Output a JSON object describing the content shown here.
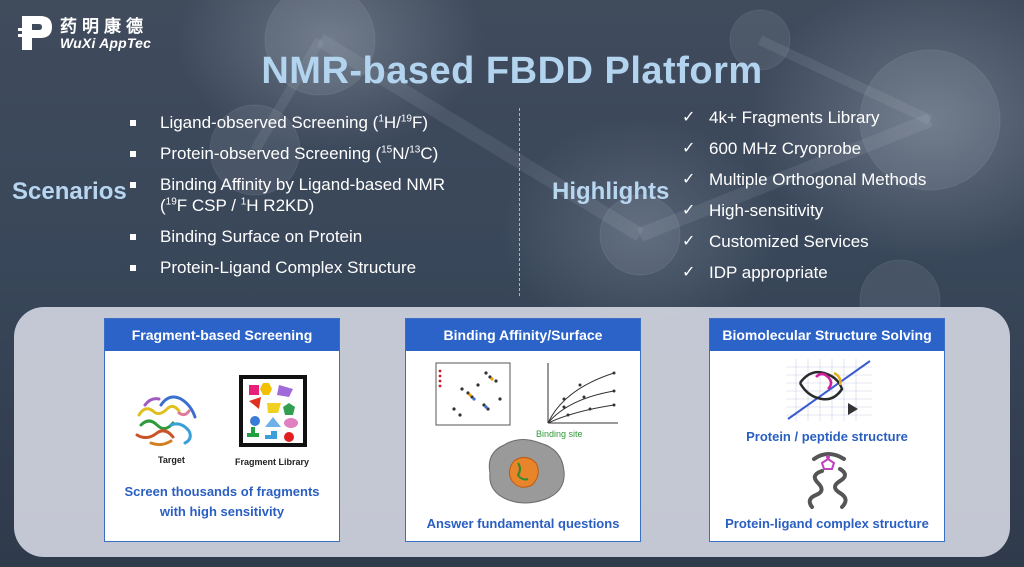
{
  "logo": {
    "chinese": "药明康德",
    "english": "WuXi AppTec"
  },
  "title": "NMR-based FBDD Platform",
  "scenarios": {
    "label": "Scenarios",
    "items": [
      {
        "pre": "Ligand-observed Screening (",
        "s1": "1",
        "mid": "H/",
        "s2": "19",
        "post": "F)"
      },
      {
        "pre": "Protein-observed Screening (",
        "s1": "15",
        "mid": "N/",
        "s2": "13",
        "post": "C)"
      },
      {
        "line1": "Binding Affinity by Ligand-based NMR",
        "pre": "(",
        "s1": "19",
        "mid": "F CSP / ",
        "s2": "1",
        "post": "H R2KD)"
      },
      {
        "text": "Binding Surface on Protein"
      },
      {
        "text": "Protein-Ligand Complex Structure"
      }
    ]
  },
  "highlights": {
    "label": "Highlights",
    "items": [
      "4k+ Fragments Library",
      "600 MHz Cryoprobe",
      "Multiple Orthogonal Methods",
      "High-sensitivity",
      "Customized Services",
      "IDP appropriate"
    ]
  },
  "cards": {
    "fragment": {
      "header": "Fragment-based Screening",
      "target_label": "Target",
      "library_label": "Fragment Library",
      "caption_line1": "Screen thousands of fragments",
      "caption_line2": "with high sensitivity"
    },
    "binding": {
      "header": "Binding Affinity/Surface",
      "binding_site_label": "Binding site",
      "caption": "Answer fundamental questions"
    },
    "structure": {
      "header": "Biomolecular Structure Solving",
      "caption1": "Protein / peptide structure",
      "caption2": "Protein-ligand complex structure"
    }
  },
  "colors": {
    "title": "#b3d4ef",
    "card_header": "#2c63c9",
    "caption": "#2a5fc2"
  }
}
